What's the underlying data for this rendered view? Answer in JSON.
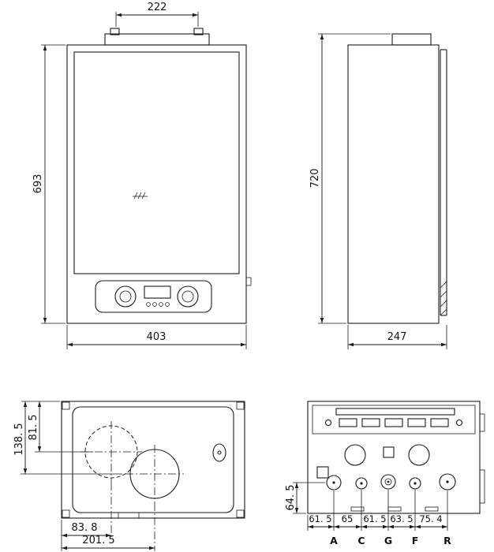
{
  "drawing": {
    "front": {
      "top_width": "222",
      "height": "693",
      "width": "403"
    },
    "side": {
      "height": "720",
      "depth": "247"
    },
    "top_view": {
      "offset_a": "138. 5",
      "offset_b": "81. 5",
      "dim_x1": "83. 8",
      "dim_x2": "201. 5"
    },
    "bottom_view": {
      "offset_left": "64. 5",
      "spacings": [
        "61. 5",
        "65",
        "61. 5",
        "63. 5",
        "75. 4"
      ],
      "ports": [
        "A",
        "C",
        "G",
        "F",
        "R"
      ]
    }
  }
}
